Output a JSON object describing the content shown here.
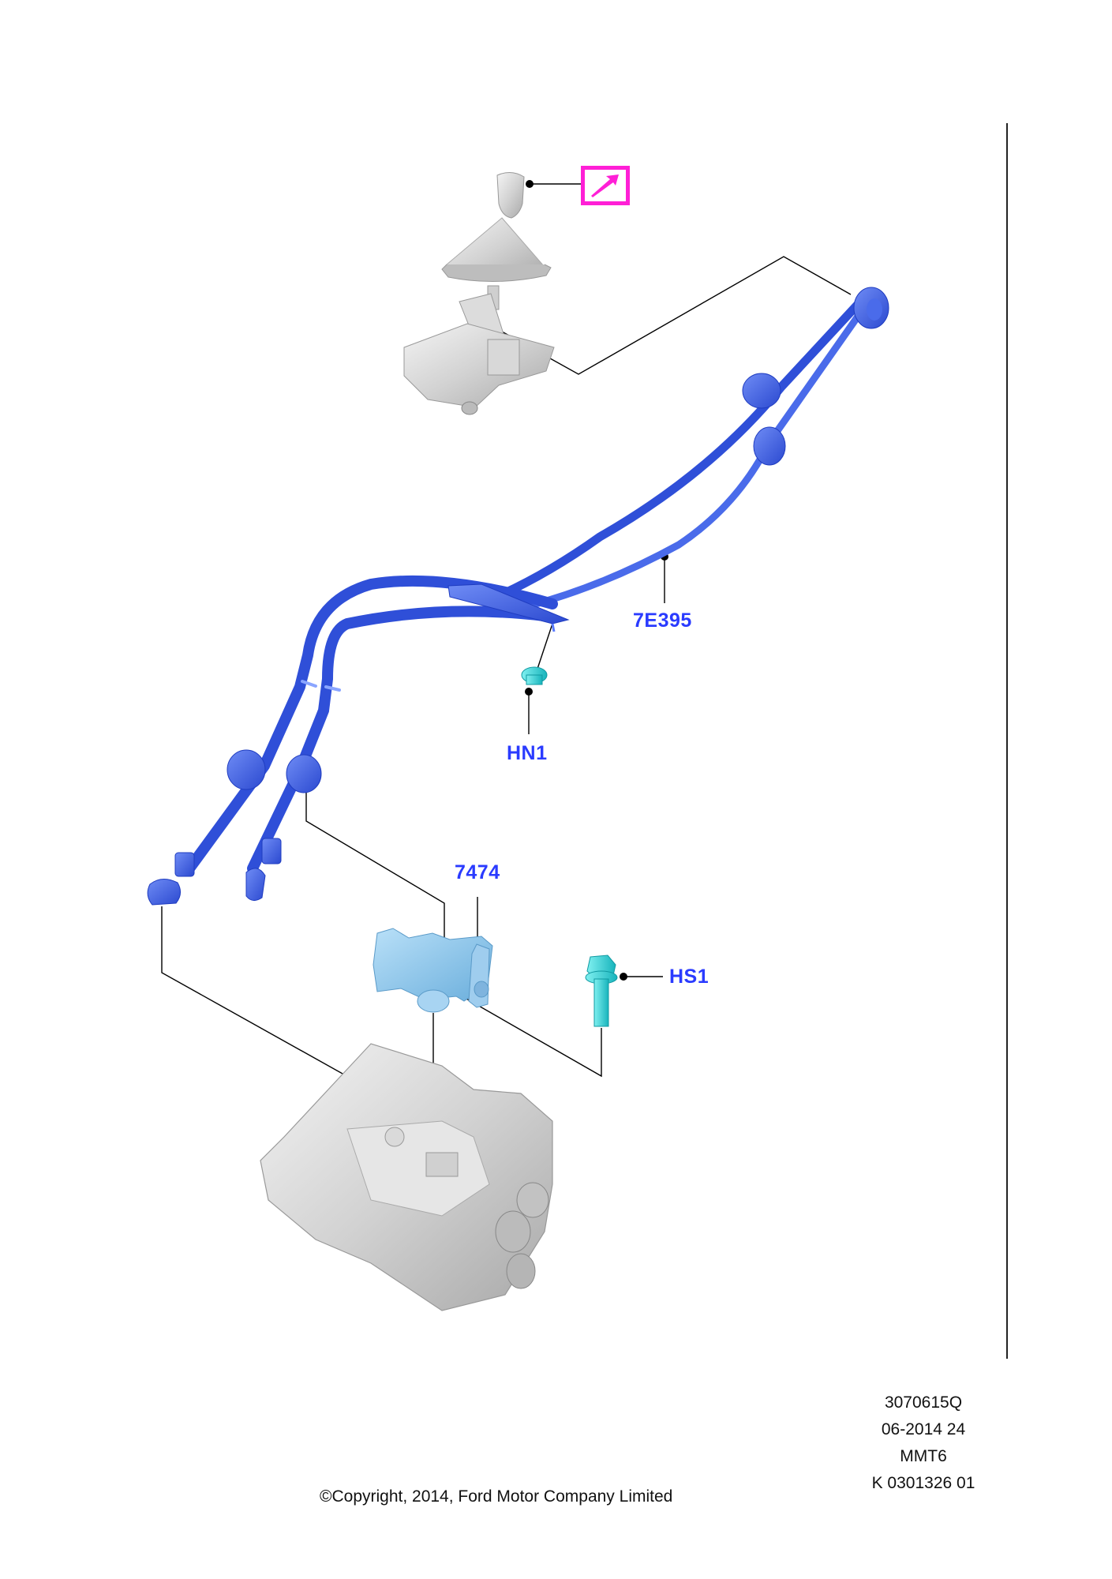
{
  "diagram": {
    "type": "exploded parts diagram",
    "subject": "Manual transmission gear shift mechanism and cables",
    "colors": {
      "callout_text": "#2a3bff",
      "cable_assembly": "#3a5fe0",
      "cable_highlight": "#6f8cf5",
      "bracket": "#8fc8f0",
      "fasteners": "#2ad6d6",
      "context_parts": "#cfcfcf",
      "reference_box": "#ff1fd6",
      "leader_lines": "#000000"
    },
    "reference_link": {
      "icon": "arrow-up-right-icon",
      "target_part": "gear shift lever and knob"
    },
    "callouts": [
      {
        "id": "7E395",
        "label": "7E395",
        "part": "gear shift cable assembly"
      },
      {
        "id": "HN1",
        "label": "HN1",
        "part": "nut"
      },
      {
        "id": "7474",
        "label": "7474",
        "part": "cable support bracket"
      },
      {
        "id": "HS1",
        "label": "HS1",
        "part": "bolt"
      }
    ],
    "context_parts": [
      {
        "name": "gear shift lever housing"
      },
      {
        "name": "transmission"
      }
    ]
  },
  "footer": {
    "meta_lines": [
      "3070615Q",
      "06-2014 24",
      "MMT6",
      "K 0301326 01"
    ],
    "copyright": "©Copyright, 2014, Ford Motor Company Limited"
  }
}
